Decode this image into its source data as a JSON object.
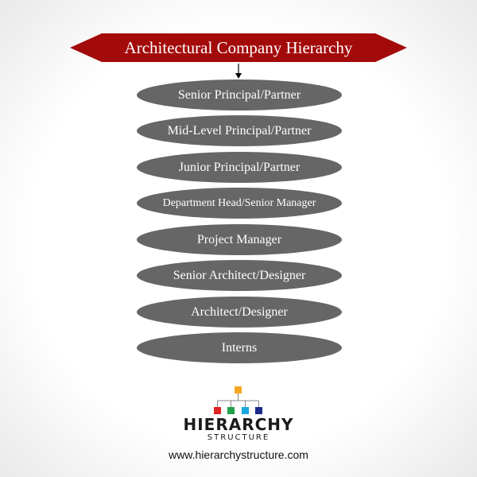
{
  "title": "Architectural Company Hierarchy",
  "colors": {
    "banner": "#a30b0b",
    "level_fill": "#666666",
    "logo_top": "#f5a623",
    "logo_red": "#e02424",
    "logo_green": "#22a04a",
    "logo_cyan": "#1aa6e0",
    "logo_navy": "#1d2a8a"
  },
  "levels": [
    "Senior Principal/Partner",
    "Mid-Level Principal/Partner",
    "Junior Principal/Partner",
    "Department Head/Senior Manager",
    "Project Manager",
    "Senior Architect/Designer",
    "Architect/Designer",
    "Interns"
  ],
  "logo": {
    "name": "HIERARCHY",
    "subtitle": "STRUCTURE"
  },
  "website": "www.hierarchystructure.com"
}
